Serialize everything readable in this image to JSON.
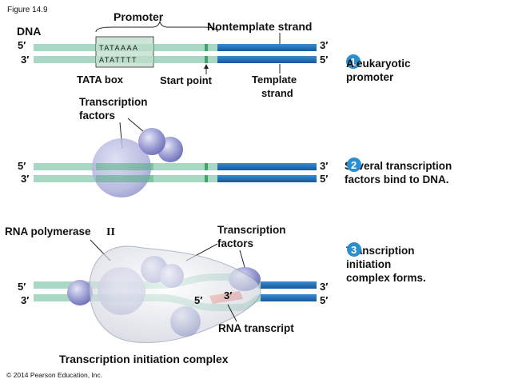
{
  "figure_label": "Figure 14.9",
  "copyright": "© 2014 Pearson Education, Inc.",
  "panel1": {
    "dna_label": "DNA",
    "promoter_label": "Promoter",
    "nontemplate_label": "Nontemplate strand",
    "tata_top_seq": "TATAAAA",
    "tata_bottom_seq": "ATATTTT",
    "tata_box_label": "TATA box",
    "start_point_label": "Start point",
    "template_label_line1": "Template",
    "template_label_line2": "strand",
    "left_top_end": "5′",
    "left_bottom_end": "3′",
    "right_top_end": "3′",
    "right_bottom_end": "5′",
    "step_number": "1",
    "step_text_line1": "A eukaryotic",
    "step_text_line2": "promoter"
  },
  "panel2": {
    "tf_label_line1": "Transcription",
    "tf_label_line2": "factors",
    "left_top_end": "5′",
    "left_bottom_end": "3′",
    "right_top_end": "3′",
    "right_bottom_end": "5′",
    "step_number": "2",
    "step_text_line1": "Several transcription",
    "step_text_line2": "factors bind to DNA."
  },
  "panel3": {
    "rnap_label": "RNA polymerase",
    "rnap_numeral": "II",
    "tf_label_line1": "Transcription",
    "tf_label_line2": "factors",
    "left_top_end": "5′",
    "left_bottom_end": "3′",
    "right_top_end": "3′",
    "right_bottom_end": "5′",
    "rna_5_end": "5′",
    "rna_3_end": "3′",
    "rna_transcript_label": "RNA transcript",
    "complex_label": "Transcription initiation complex",
    "step_number": "3",
    "step_text_line1": "Transcription",
    "step_text_line2": "initiation",
    "step_text_line3": "complex forms."
  },
  "colors": {
    "strand_light": "#a8d8c4",
    "strand_blue": "#1f6fb8",
    "tata_box": "#cfe5d8",
    "badge": "#2a8fd0",
    "protein": "#8a8ccb",
    "polymerase": "#d9dde6",
    "rna": "#f08070"
  }
}
